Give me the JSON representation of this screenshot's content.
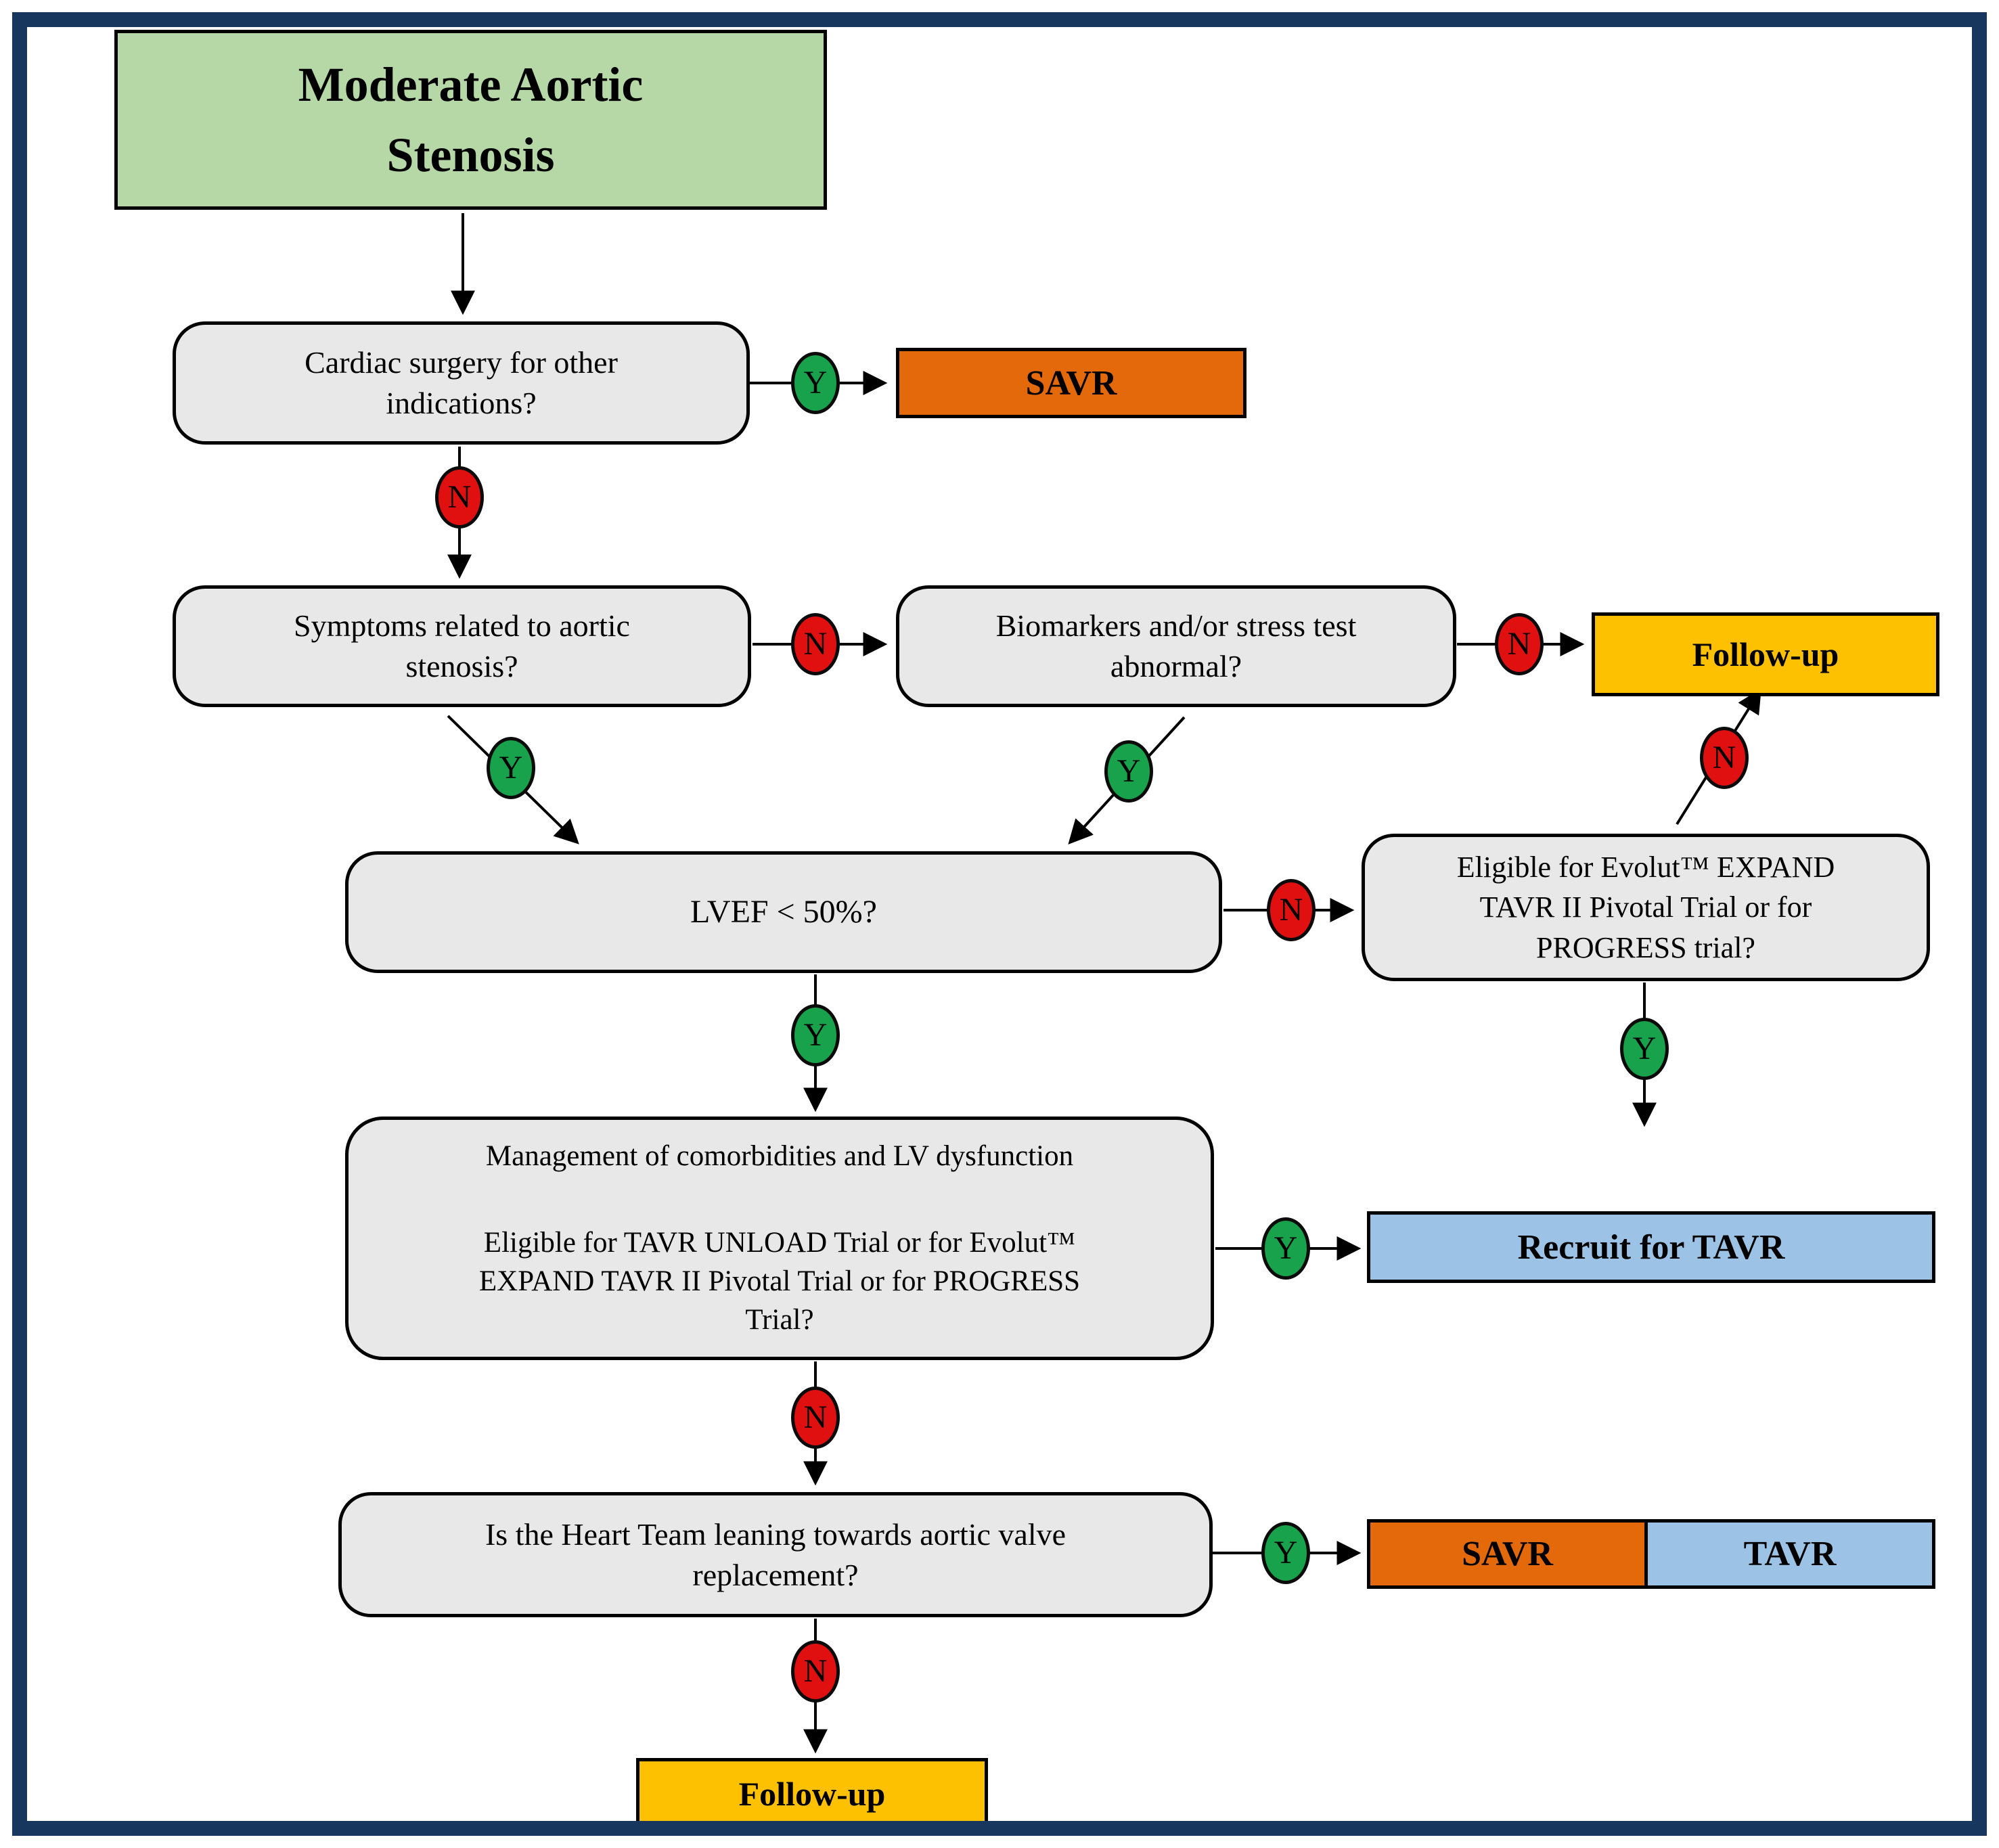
{
  "labels": {
    "yes": "Y",
    "no": "N"
  },
  "colors": {
    "frame": "#17375e",
    "title_bg": "#b6d7a6",
    "question_bg": "#e8e8e8",
    "savr": "#e3690b",
    "followup": "#fdc101",
    "tavr_blue": "#9cc3e5",
    "yes_green": "#17a24b",
    "no_red": "#e01010"
  },
  "nodes": {
    "title": {
      "lines": [
        "Moderate Aortic",
        "Stenosis"
      ]
    },
    "cardiac": {
      "lines": [
        "Cardiac surgery for other",
        "indications?"
      ]
    },
    "savr_top": {
      "label": "SAVR"
    },
    "symptoms": {
      "lines": [
        "Symptoms related to aortic",
        "stenosis?"
      ]
    },
    "biomarkers": {
      "lines": [
        "Biomarkers and/or stress test",
        "abnormal?"
      ]
    },
    "followup_top": {
      "label": "Follow-up"
    },
    "lvef": {
      "lines": [
        "LVEF < 50%?"
      ]
    },
    "evolut": {
      "lines": [
        "Eligible for Evolut™ EXPAND",
        "TAVR II Pivotal Trial or for",
        "PROGRESS trial?"
      ]
    },
    "management": {
      "lines": [
        "Management of comorbidities and LV dysfunction",
        "Eligible for TAVR UNLOAD Trial or for Evolut™",
        "EXPAND TAVR II Pivotal Trial or for PROGRESS",
        "Trial?"
      ]
    },
    "recruit": {
      "label": "Recruit for TAVR"
    },
    "heart": {
      "lines": [
        "Is the Heart Team leaning towards aortic valve",
        "replacement?"
      ]
    },
    "savr_bottom": {
      "label": "SAVR"
    },
    "tavr_bottom": {
      "label": "TAVR"
    },
    "followup_bottom": {
      "label": "Follow-up"
    }
  }
}
